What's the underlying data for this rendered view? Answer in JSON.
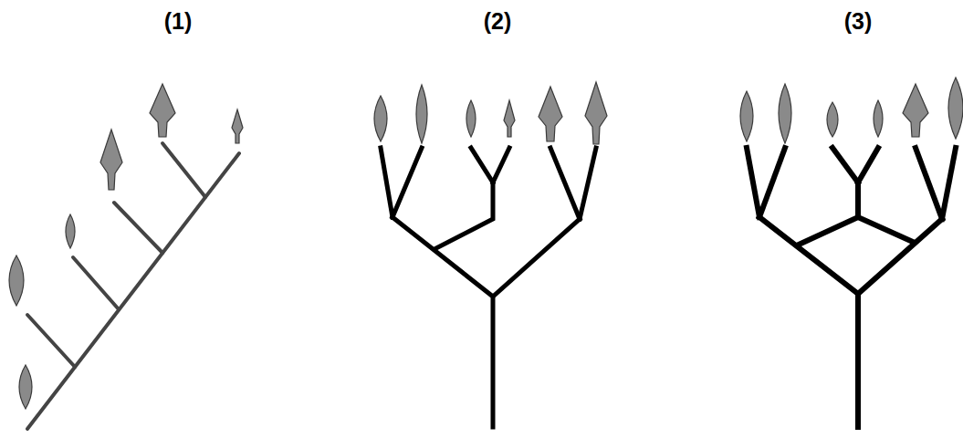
{
  "diagram": {
    "labels": [
      "(1)",
      "(2)",
      "(3)"
    ]
  }
}
